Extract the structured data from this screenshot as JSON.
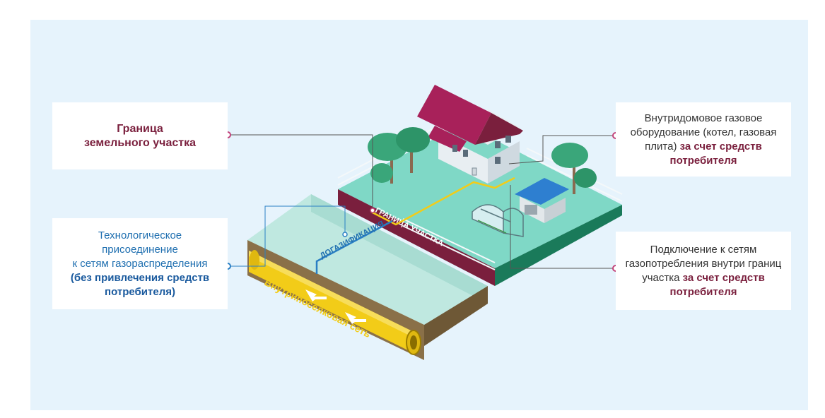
{
  "colors": {
    "background_panel": "#e6f3fc",
    "maroon": "#7a1f3d",
    "blue": "#1f6fb0",
    "pipe_yellow": "#f2cc18",
    "lawn": "#7fd8c6",
    "dot_pink": "#c2437a",
    "dot_blue": "#2a7fc4"
  },
  "callouts": {
    "boundary": {
      "line1": "Граница",
      "line2": "земельного участка"
    },
    "tech_connection": {
      "line1": "Технологическое присоединение",
      "line2": "к сетям газораспределения",
      "line3": "(без привлечения средств",
      "line4": "потребителя)"
    },
    "indoor_equipment": {
      "line1": "Внутридомовое газовое",
      "line2": "оборудование (котел, газовая",
      "line3_plain": "плита)",
      "line3_bold": "за счет средств",
      "line4": "потребителя"
    },
    "connection_inside": {
      "line1": "Подключение к сетям",
      "line2": "газопотребления внутри границ",
      "line3_plain": "участка",
      "line3_bold": "за счет средств",
      "line4": "потребителя"
    }
  },
  "diagram": {
    "boundary_label": "ГРАНИЦА УЧАСТКА",
    "gasification_label": "ДОГАЗИФИКАЦИЯ",
    "network_label": "Внутрипоселковая сеть"
  }
}
